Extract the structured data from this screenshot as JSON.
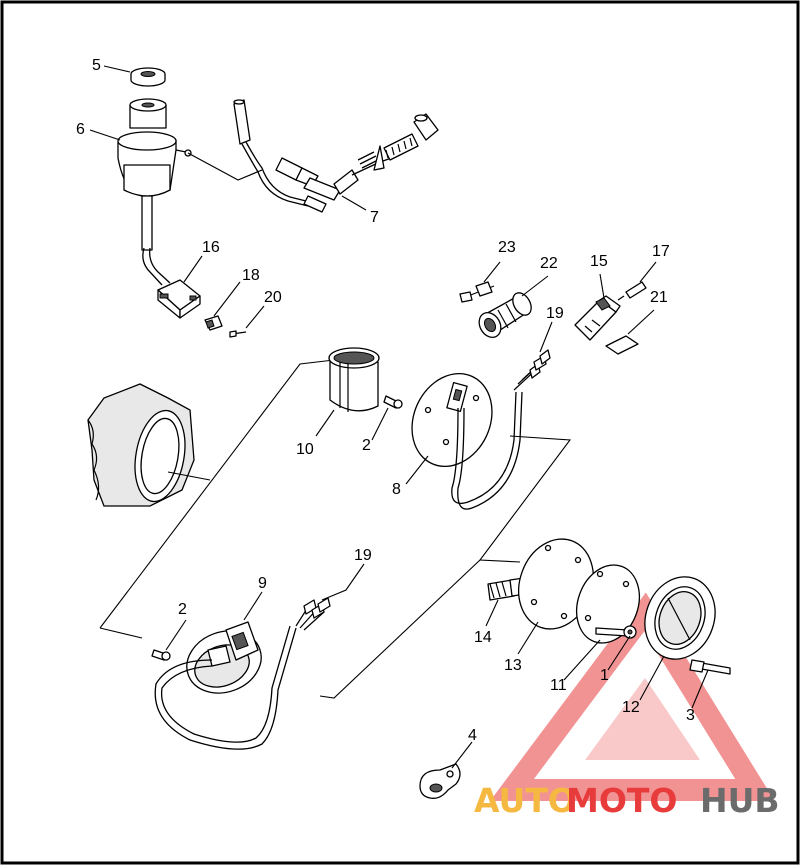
{
  "diagram": {
    "callouts": {
      "c1": "1",
      "c2a": "2",
      "c2b": "2",
      "c3": "3",
      "c4": "4",
      "c5": "5",
      "c6": "6",
      "c7": "7",
      "c8": "8",
      "c9": "9",
      "c10": "10",
      "c11": "11",
      "c12": "12",
      "c13": "13",
      "c14": "14",
      "c15": "15",
      "c16": "16",
      "c17": "17",
      "c18": "18",
      "c19a": "19",
      "c19b": "19",
      "c20": "20",
      "c21": "21",
      "c22": "22",
      "c23": "23"
    }
  },
  "watermark": {
    "part1": "AUTO",
    "part2": "MOTO",
    "part3": "HUB",
    "color_orange": "#f5b942",
    "color_red": "#e83b3b",
    "color_gray": "#6b6b6b"
  }
}
